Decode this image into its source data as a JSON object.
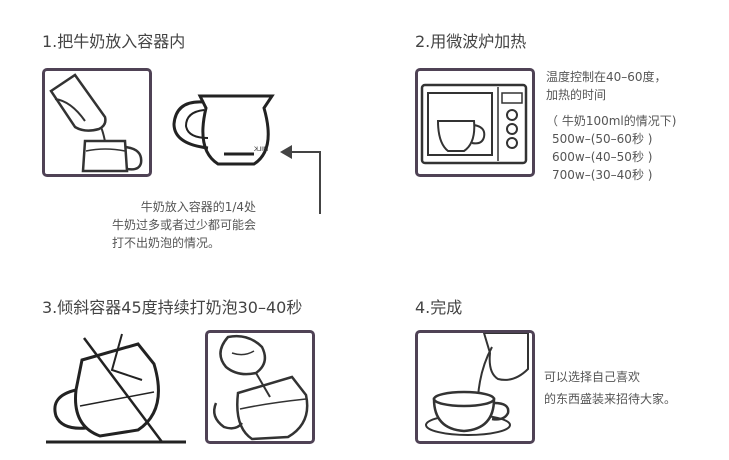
{
  "steps": [
    {
      "title": "1.把牛奶放入容器内",
      "note": [
        "牛奶放入容器的1/4处",
        "牛奶过多或者过少都可能会",
        "打不出奶泡的情况。"
      ],
      "jug_label": "MILK"
    },
    {
      "title": "2.用微波炉加热",
      "note": [
        "温度控制在40–60度，",
        "加热的时间",
        "（ 牛奶100ml的情况下)",
        "500w–(50–60秒 )",
        "600w–(40–50秒 )",
        "700w–(30–40秒 )"
      ]
    },
    {
      "title": "3.倾斜容器45度持续打奶泡30–40秒"
    },
    {
      "title": "4.完成",
      "note": [
        "可以选择自己喜欢",
        "的东西盛装来招待大家。"
      ]
    }
  ],
  "colors": {
    "frame": "#4f4255",
    "line": "#333333",
    "text": "#555555"
  }
}
